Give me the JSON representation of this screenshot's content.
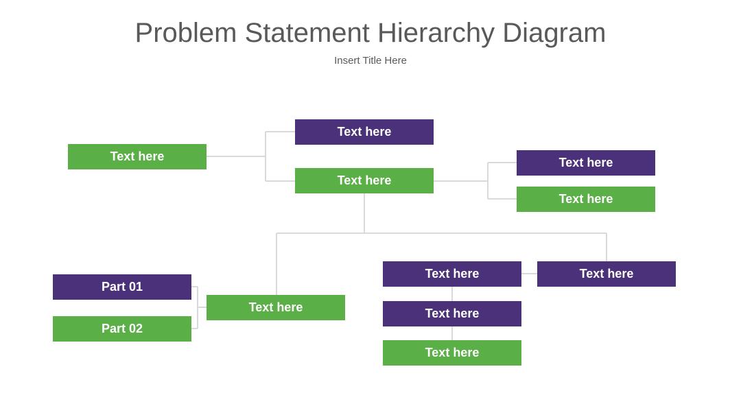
{
  "slide": {
    "title": "Problem Statement Hierarchy Diagram",
    "subtitle": "Insert Title Here"
  },
  "colors": {
    "green": "#5aaf47",
    "purple": "#4b3179",
    "connector": "#d9d9d9",
    "title_text": "#595959"
  },
  "boxes": {
    "root_left": "Text here",
    "top_purple": "Text here",
    "center_green": "Text here",
    "right_top_purple": "Text here",
    "right_top_green": "Text here",
    "part01": "Part 01",
    "part02": "Part 02",
    "bottom_left_green": "Text here",
    "bottom_mid_purple_1": "Text here",
    "bottom_mid_purple_2": "Text here",
    "bottom_mid_green": "Text here",
    "bottom_right_purple": "Text here"
  }
}
